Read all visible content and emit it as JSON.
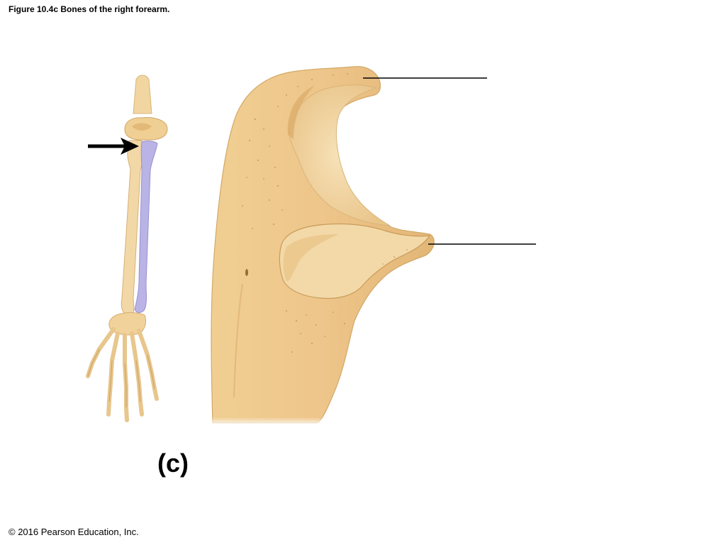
{
  "figure": {
    "title": "Figure 10.4c Bones of the right forearm.",
    "panel_label": "(c)",
    "copyright": "© 2016 Pearson Education, Inc."
  },
  "colors": {
    "bone": "#eecf96",
    "bone_shade": "#d9ad6a",
    "bone_light": "#f6e3bd",
    "radius_highlight": "#b9b3e6",
    "leader_line": "#000000"
  },
  "labels": {
    "olecranon_blank": "",
    "coronoid_blank": ""
  }
}
